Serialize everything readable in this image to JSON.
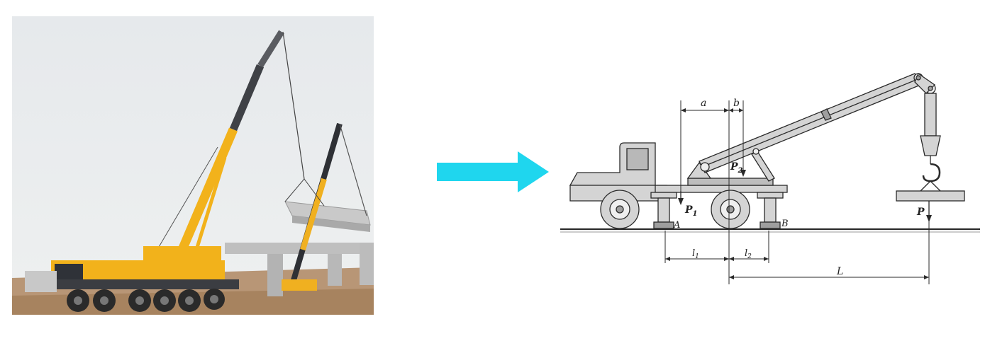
{
  "photo": {
    "subject": "mobile crane lifting bridge girder",
    "colors": {
      "sky": "#e9ecef",
      "crane_body": "#f2b21b",
      "boom_dark": "#3f4146",
      "ground": "#b59270"
    }
  },
  "arrow": {
    "icon": "right-arrow-icon",
    "color": "#1fd6ee"
  },
  "diagram": {
    "labels": {
      "a": "a",
      "b": "b",
      "P1_main": "P",
      "P1_sub": "1",
      "P2_main": "P",
      "P2_sub": "2",
      "P": "P",
      "A": "A",
      "B": "B",
      "l1_main": "l",
      "l1_sub": "1",
      "l2_main": "l",
      "l2_sub": "2",
      "L": "L"
    },
    "colors": {
      "line": "#2a2a2a",
      "fill": "#d4d4d4",
      "fill_dark": "#9e9e9e"
    }
  }
}
